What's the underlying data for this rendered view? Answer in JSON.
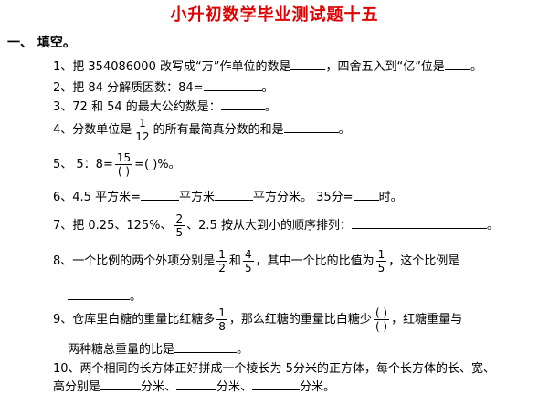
{
  "title": "小升初数学毕业测试题十五",
  "section": "一、 填空。",
  "q1": {
    "a": "1、把 354086000 改写成“万”作单位的数是",
    "b": "，四舍五入到“亿”位是",
    "c": "。"
  },
  "q2": {
    "a": "2、把 84 分解质因数：84=",
    "b": "。"
  },
  "q3": {
    "a": "3、72 和 54 的最大公约数是：",
    "b": "。"
  },
  "q4": {
    "a": "4、分数单位是",
    "num": "1",
    "den": "12",
    "b": "的所有最简真分数的和是",
    "c": "。"
  },
  "q5": {
    "a": "5、  5：8=",
    "num": "15",
    "den": "(     )",
    "b": "=(     )%。"
  },
  "q6": {
    "a": "6、4.5 平方米=",
    "b": "平方米",
    "c": "平方分米。 35分=",
    "d": "时。"
  },
  "q7": {
    "a": "7、把 0.25、125%、",
    "num": "2",
    "den": "5",
    "b": "、2.5 按从大到小的顺序排列：",
    "c": "。"
  },
  "q8": {
    "a": "8、一个比例的两个外项分别是",
    "n1": "1",
    "d1": "2",
    "b": "和",
    "n2": "4",
    "d2": "5",
    "c": "，其中一个比的比值为",
    "n3": "1",
    "d3": "5",
    "d": "，这个比例是",
    "e": "。"
  },
  "q9": {
    "a": "9、仓库里白糖的重量比红糖多",
    "n1": "1",
    "d1": "8",
    "b": "，那么红糖的重量比白糖少",
    "n2": "(     )",
    "d2": "(     )",
    "c": "，红糖重量与",
    "d": "两种糖总重量的比是",
    "e": "。"
  },
  "q10": {
    "a": "10、两个相同的长方体正好拼成一个棱长为 5分米的正方体，每个长方体的长、宽、",
    "b": "高分别是",
    "c": "分米、",
    "d": "分米、",
    "e": "分米。"
  }
}
